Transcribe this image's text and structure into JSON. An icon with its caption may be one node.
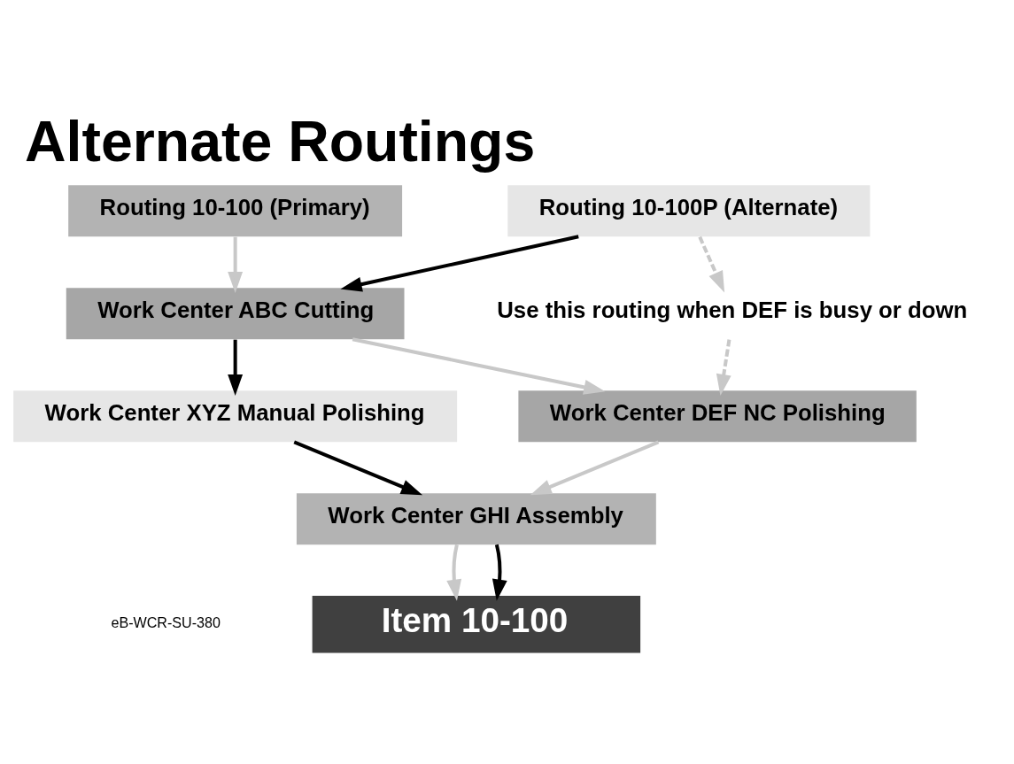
{
  "diagram": {
    "title": "Alternate Routings",
    "nodes": [
      {
        "text": [
          "Routing 10-100 (Primary)"
        ]
      },
      {
        "text": [
          "Routing 10-100P (Alternate)"
        ]
      },
      {
        "text": [
          "Work Center ABC Cutting"
        ]
      },
      {
        "text": [
          "Use this routing when DEF is busy or down"
        ]
      },
      {
        "text": [
          "Work Center DEF NC Polishing"
        ]
      },
      {
        "text": [
          "Work Center XYZ Manual Polishing"
        ]
      },
      {
        "text": [
          "Work Center GHI Assembly"
        ]
      },
      {
        "text": [
          "Item 10-100"
        ]
      }
    ],
    "edges": [
      {
        "from": 0,
        "to": 2,
        "arrow": "to"
      },
      {
        "from": 1,
        "to": 2,
        "arrow": "to",
        "color": "#000000"
      },
      {
        "from": 1,
        "to": 3,
        "arrow": "to",
        "style": "dashed"
      },
      {
        "from": 2,
        "to": 4,
        "arrow": "to"
      },
      {
        "from": 2,
        "to": 5,
        "arrow": "to",
        "color": "#000000"
      },
      {
        "from": 3,
        "to": 4,
        "arrow": "to",
        "style": "dashed"
      },
      {
        "from": 4,
        "to": 6,
        "arrow": "to"
      },
      {
        "from": 5,
        "to": 6,
        "arrow": "to",
        "color": "#000000"
      },
      {
        "from": 6,
        "to": 7,
        "arrow": "to"
      },
      {
        "from": 6,
        "to": 7,
        "arrow": "to",
        "color": "#000000"
      }
    ],
    "labels": [
      "eB-WCR-SU-380"
    ]
  }
}
